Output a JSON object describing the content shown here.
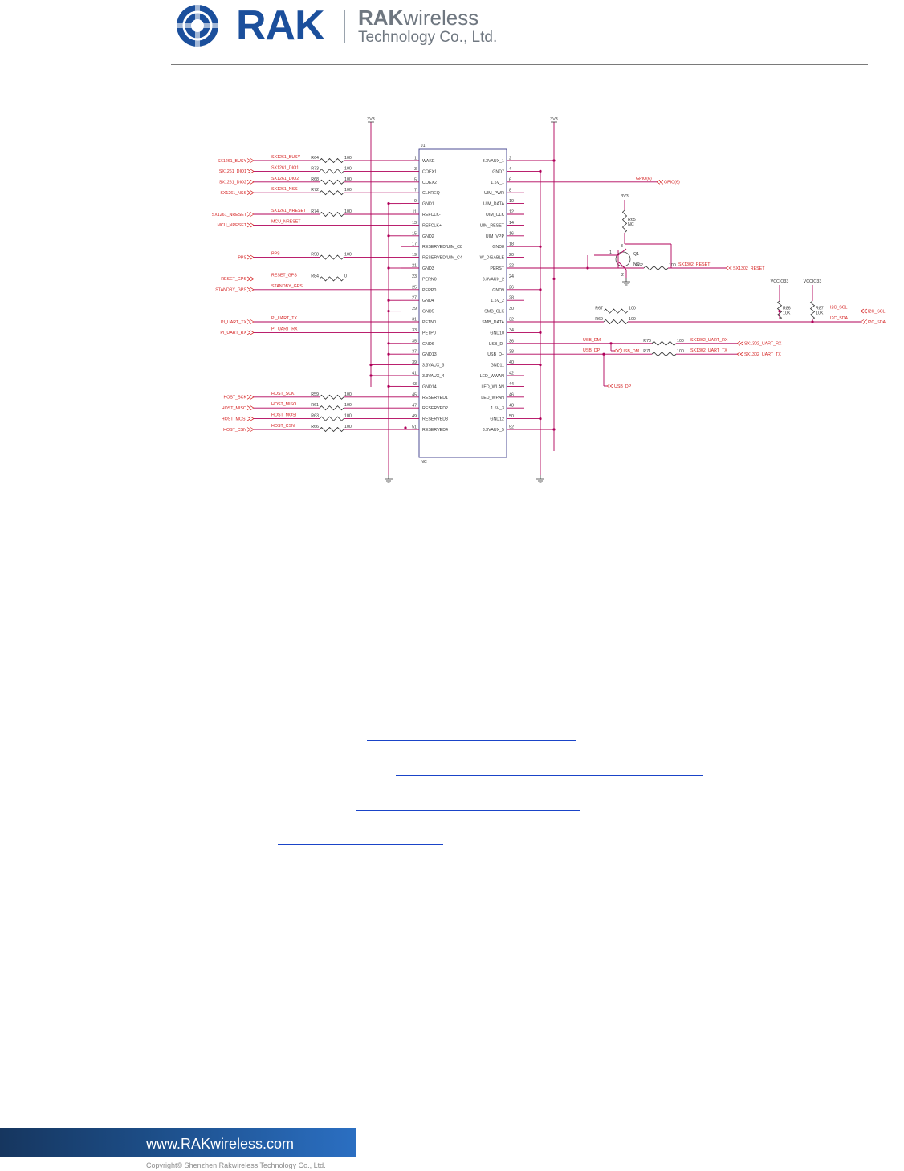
{
  "header": {
    "logo_text": "RAK",
    "brand_bold": "RAK",
    "brand_rest": "wireless",
    "company": "Technology Co., Ltd."
  },
  "colors": {
    "wire": "#b0005a",
    "label": "#d42020",
    "text": "#333333",
    "brand": "#1b4f9c"
  },
  "schematic": {
    "connector_ref": "J1",
    "connector_nc": "NC",
    "power_left": "3V3",
    "power_right": "3V3",
    "left_pins": [
      {
        "num": "1",
        "name": "WAKE",
        "net": "SX1261_BUSY",
        "port": "SX1261_BUSY",
        "res": "R64",
        "val": "100"
      },
      {
        "num": "3",
        "name": "COEX1",
        "net": "SX1261_DIO1",
        "port": "SX1261_DIO1",
        "res": "R73",
        "val": "100"
      },
      {
        "num": "5",
        "name": "COEX2",
        "net": "SX1261_DIO2",
        "port": "SX1261_DIO2",
        "res": "R68",
        "val": "100"
      },
      {
        "num": "7",
        "name": "CLKREQ",
        "net": "SX1261_NSS",
        "port": "SX1261_NSS",
        "res": "R72",
        "val": "100"
      },
      {
        "num": "9",
        "name": "GND1",
        "net": "",
        "port": "",
        "res": "",
        "val": ""
      },
      {
        "num": "11",
        "name": "REFCLK-",
        "net": "SX1261_NRESET",
        "port": "SX1261_NRESET",
        "res": "R74",
        "val": "100"
      },
      {
        "num": "13",
        "name": "REFCLK+",
        "net": "MCU_NRESET",
        "port": "MCU_NRESET",
        "res": "",
        "val": ""
      },
      {
        "num": "15",
        "name": "GND2",
        "net": "",
        "port": "",
        "res": "",
        "val": ""
      },
      {
        "num": "17",
        "name": "RESERVED/UIM_C8",
        "net": "",
        "port": "",
        "res": "",
        "val": ""
      },
      {
        "num": "19",
        "name": "RESERVED/UIM_C4",
        "net": "PPS",
        "port": "PPS",
        "res": "R58",
        "val": "100"
      },
      {
        "num": "21",
        "name": "GND3",
        "net": "",
        "port": "",
        "res": "",
        "val": ""
      },
      {
        "num": "23",
        "name": "PERN0",
        "net": "RESET_GPS",
        "port": "RESET_GPS",
        "res": "R84",
        "val": "0"
      },
      {
        "num": "25",
        "name": "PERP0",
        "net": "STANDBY_GPS",
        "port": "STANDBY_GPS",
        "res": "",
        "val": ""
      },
      {
        "num": "27",
        "name": "GND4",
        "net": "",
        "port": "",
        "res": "",
        "val": ""
      },
      {
        "num": "29",
        "name": "GND5",
        "net": "",
        "port": "",
        "res": "",
        "val": ""
      },
      {
        "num": "31",
        "name": "PETN0",
        "net": "PI_UART_TX",
        "port": "PI_UART_TX",
        "res": "",
        "val": ""
      },
      {
        "num": "33",
        "name": "PETP0",
        "net": "PI_UART_RX",
        "port": "PI_UART_RX",
        "res": "",
        "val": ""
      },
      {
        "num": "35",
        "name": "GND6",
        "net": "",
        "port": "",
        "res": "",
        "val": ""
      },
      {
        "num": "37",
        "name": "GND13",
        "net": "",
        "port": "",
        "res": "",
        "val": ""
      },
      {
        "num": "39",
        "name": "3.3VAUX_3",
        "net": "",
        "port": "",
        "res": "",
        "val": ""
      },
      {
        "num": "41",
        "name": "3.3VAUX_4",
        "net": "",
        "port": "",
        "res": "",
        "val": ""
      },
      {
        "num": "43",
        "name": "GND14",
        "net": "",
        "port": "",
        "res": "",
        "val": ""
      },
      {
        "num": "45",
        "name": "RESERVED1",
        "net": "HOST_SCK",
        "port": "HOST_SCK",
        "res": "R59",
        "val": "100"
      },
      {
        "num": "47",
        "name": "RESERVED2",
        "net": "HOST_MISO",
        "port": "HOST_MISO",
        "res": "R61",
        "val": "100"
      },
      {
        "num": "49",
        "name": "RESERVED3",
        "net": "HOST_MOSI",
        "port": "HOST_MOSI",
        "res": "R63",
        "val": "100"
      },
      {
        "num": "51",
        "name": "RESERVED4",
        "net": "HOST_CSN",
        "port": "HOST_CSN",
        "res": "R66",
        "val": "100"
      }
    ],
    "right_pins": [
      {
        "num": "2",
        "name": "3.3VAUX_1"
      },
      {
        "num": "4",
        "name": "GND7"
      },
      {
        "num": "6",
        "name": "1.5V_1"
      },
      {
        "num": "8",
        "name": "UIM_PWR"
      },
      {
        "num": "10",
        "name": "UIM_DATA"
      },
      {
        "num": "12",
        "name": "UIM_CLK"
      },
      {
        "num": "14",
        "name": "UIM_RESET"
      },
      {
        "num": "16",
        "name": "UIM_VPP"
      },
      {
        "num": "18",
        "name": "GND8"
      },
      {
        "num": "20",
        "name": "W_DISABLE"
      },
      {
        "num": "22",
        "name": "PERST"
      },
      {
        "num": "24",
        "name": "3.3VAUX_2"
      },
      {
        "num": "26",
        "name": "GND9"
      },
      {
        "num": "28",
        "name": "1.5V_2"
      },
      {
        "num": "30",
        "name": "SMB_CLK"
      },
      {
        "num": "32",
        "name": "SMB_DATA"
      },
      {
        "num": "34",
        "name": "GND10"
      },
      {
        "num": "36",
        "name": "USB_D-"
      },
      {
        "num": "38",
        "name": "USB_D+"
      },
      {
        "num": "40",
        "name": "GND11"
      },
      {
        "num": "42",
        "name": "LED_WWAN"
      },
      {
        "num": "44",
        "name": "LED_WLAN"
      },
      {
        "num": "46",
        "name": "LED_WPAN"
      },
      {
        "num": "48",
        "name": "1.5V_3"
      },
      {
        "num": "50",
        "name": "GND12"
      },
      {
        "num": "52",
        "name": "3.3VAUX_5"
      }
    ],
    "right_nets": {
      "gpio_net": "GPIO(6)",
      "gpio_port": "GPIO(6)",
      "power_q": "3V3",
      "r65": "R65",
      "r65_val": "NC",
      "q1_ref": "Q1",
      "q1_val": "NC",
      "q1_p1": "1",
      "q1_p2": "2",
      "q1_p3": "3",
      "r62": "R62",
      "r62_val": "100",
      "reset_net": "SX1302_RESET",
      "reset_port": "SX1302_RESET",
      "vcc_a": "VCCIO33",
      "vcc_b": "VCCIO33",
      "r86": "R86",
      "r86_val": "10K",
      "r87": "R87",
      "r87_val": "10K",
      "r67": "R67",
      "r67_val": "100",
      "r69": "R69",
      "r69_val": "100",
      "i2c_scl_net": "I2C_SCL",
      "i2c_scl_port": "I2C_SCL",
      "i2c_sda_net": "I2C_SDA",
      "i2c_sda_port": "I2C_SDA",
      "usb_dm_net": "USB_DM",
      "usb_dm_port": "USB_DM",
      "usb_dp_net": "USB_DP",
      "usb_dp_port": "USB_DP",
      "r70": "R70",
      "r70_val": "100",
      "r71": "R71",
      "r71_val": "100",
      "uart_rx_net": "SX1302_UART_RX",
      "uart_rx_port": "SX1302_UART_RX",
      "uart_tx_net": "SX1302_UART_TX",
      "uart_tx_port": "SX1302_UART_TX"
    }
  },
  "footer": {
    "url": "www.RAKwireless.com",
    "copyright": "Copyright© Shenzhen Rakwireless Technology Co., Ltd."
  }
}
